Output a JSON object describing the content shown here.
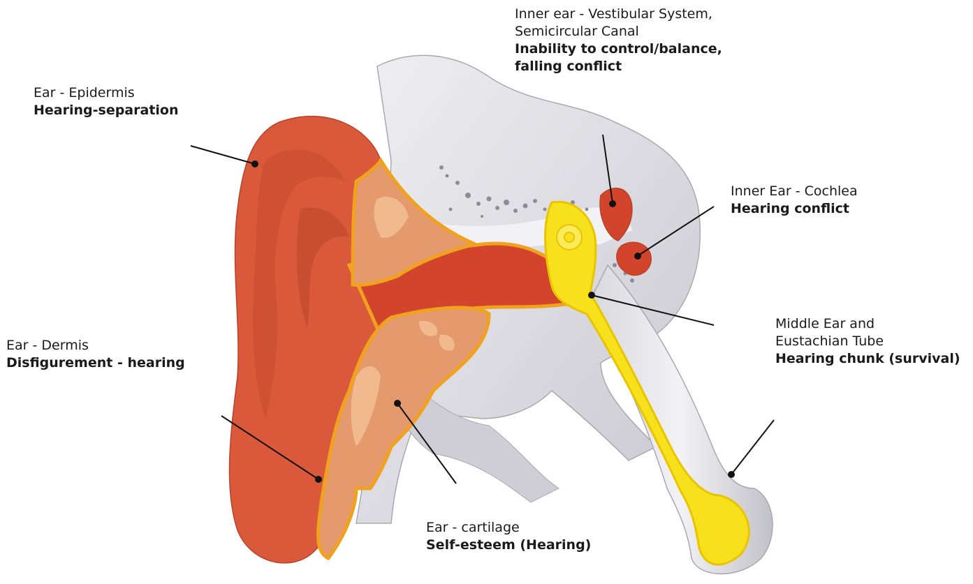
{
  "colors": {
    "epidermis": "#d9593a",
    "epidermis_dark": "#b8432a",
    "cartilage": "#e49a6c",
    "cartilage_light": "#f1b98e",
    "outline": "#f0a11e",
    "middle_ear": "#f6e11c",
    "middle_ear_edge": "#e9c400",
    "inner_red": "#d2452c",
    "bone": "#e4e4e9",
    "bone_dark": "#b3b2bb",
    "bone_pores": "#8e8d95",
    "leader": "#111111",
    "dot": "#111111"
  },
  "labels": {
    "vestibular": {
      "title_lines": [
        "Inner ear - Vestibular System,",
        "Semicircular Canal"
      ],
      "conflict_lines": [
        "Inability to control/balance,",
        "falling conflict"
      ]
    },
    "epidermis": {
      "title_lines": [
        "Ear - Epidermis"
      ],
      "conflict_lines": [
        "Hearing-separation"
      ]
    },
    "cochlea": {
      "title_lines": [
        "Inner Ear - Cochlea"
      ],
      "conflict_lines": [
        "Hearing conflict"
      ]
    },
    "dermis": {
      "title_lines": [
        "Ear - Dermis"
      ],
      "conflict_lines": [
        "Disfigurement - hearing"
      ]
    },
    "middle_ear": {
      "title_lines": [
        "Middle Ear and",
        "Eustachian Tube"
      ],
      "conflict_lines": [
        "Hearing chunk (survival)"
      ]
    },
    "cartilage": {
      "title_lines": [
        "Ear - cartilage"
      ],
      "conflict_lines": [
        "Self-esteem (Hearing)"
      ]
    }
  }
}
